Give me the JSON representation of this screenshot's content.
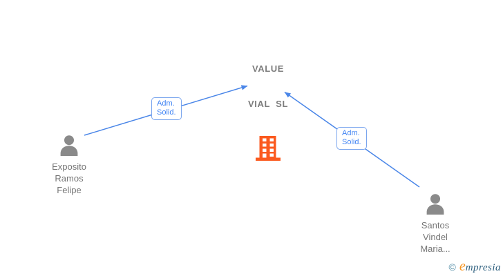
{
  "company": {
    "name_line1": "VALUE",
    "name_line2": "VIAL  SL"
  },
  "persons": [
    {
      "lines": [
        "Exposito",
        "Ramos",
        "Felipe"
      ]
    },
    {
      "lines": [
        "Santos",
        "Vindel",
        "Maria..."
      ]
    }
  ],
  "edges": [
    {
      "label_line1": "Adm.",
      "label_line2": "Solid."
    },
    {
      "label_line1": "Adm.",
      "label_line2": "Solid."
    }
  ],
  "footer": {
    "copyright": "©",
    "brand_initial": "e",
    "brand_rest": "mpresia"
  },
  "colors": {
    "building_orange": "#fb5a1f",
    "edge_blue": "#4a86e8",
    "edge_label_text": "#4285f4",
    "edge_label_border": "#7aa5ee",
    "person_gray": "#8a8a8a",
    "name_text_gray": "#757575",
    "title_gray": "#7d7d7d",
    "brand_orange": "#f7941e",
    "brand_teal": "#2d5f7e"
  }
}
